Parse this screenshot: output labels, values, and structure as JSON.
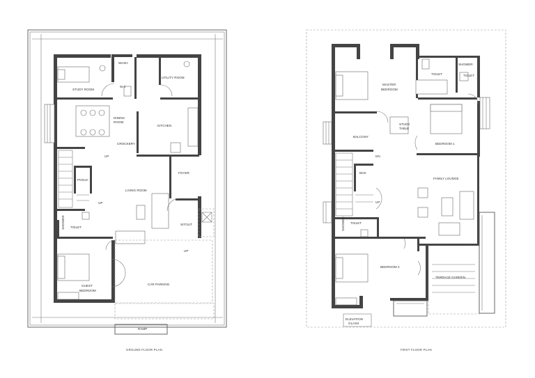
{
  "ground_floor": {
    "title": "GROUND FLOOR PLAN",
    "rooms": {
      "study": "STUDY ROOM",
      "wash": "WASH",
      "wc": "W.C",
      "utility": "UTILITY ROOM",
      "dining_1": "DINING",
      "dining_2": "ROOM",
      "kitchen": "KITCHEN",
      "crockery": "CROCKERY",
      "up1": "UP",
      "pooja": "POOJA",
      "foyer": "FOYER",
      "living": "LIVING ROOM",
      "up2": "UP",
      "shower": "SHOWER",
      "toilet": "TOILET",
      "sitout": "SITOUT",
      "up3": "UP",
      "guest_1": "GUEST",
      "guest_2": "BEDROOM",
      "parking": "CAR PARKING",
      "ramp": "RAMP"
    }
  },
  "first_floor": {
    "title": "FIRST FLOOR PLAN",
    "rooms": {
      "toilet_top": "TOILET",
      "shower_top": "SHOWER",
      "toilet_right": "TOILET",
      "master_1": "MASTER",
      "master_2": "BEDROOM",
      "study_table_1": "STUDY",
      "study_table_2": "TABLE",
      "balcony": "BALCONY",
      "bedroom1": "BEDROOM 1",
      "dn": "DN",
      "box": "BOX",
      "family": "FAMILY LOUNGE",
      "up": "UP",
      "shower": "SHOWER",
      "toilet": "TOILET",
      "bedroom2": "BEDROOM 2",
      "terrace": "TERRACE GARDEN",
      "elevation_1": "ELEVATION",
      "elevation_2": "GLASS"
    }
  }
}
